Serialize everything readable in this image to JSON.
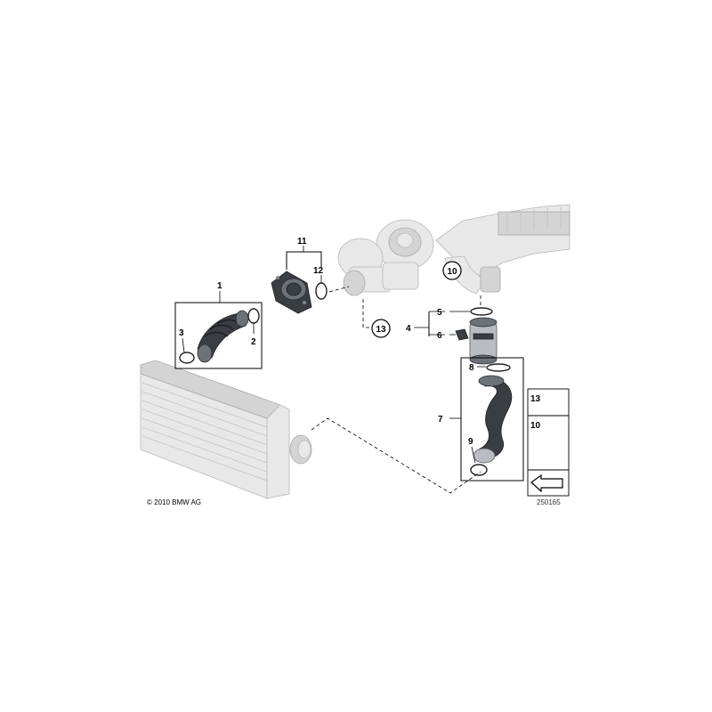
{
  "diagram": {
    "callouts": {
      "c1": "1",
      "c2": "2",
      "c3": "3",
      "c4": "4",
      "c5": "5",
      "c6": "6",
      "c7": "7",
      "c8": "8",
      "c9": "9",
      "c10": "10",
      "c11": "11",
      "c12": "12",
      "c13": "13",
      "c10_circle": "10",
      "c13_circle": "13",
      "side_13": "13",
      "side_10": "10"
    },
    "copyright": "© 2010 BMW AG",
    "image_id": "250165"
  }
}
